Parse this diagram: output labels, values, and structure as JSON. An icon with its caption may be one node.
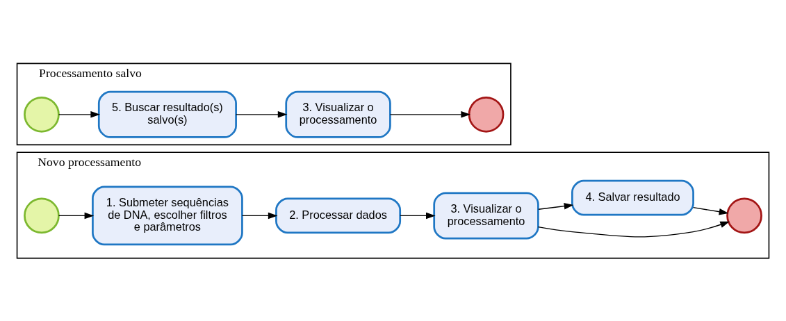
{
  "diagram": {
    "nodes": [
      {
        "text": [
          "Novo processamento"
        ]
      },
      {
        "text": [],
        "shape": "circle",
        "in": 0
      },
      {
        "text": [
          "1. Submeter sequências de DNA, escolher filtros e parâmetros"
        ],
        "in": 0
      },
      {
        "text": [
          "2. Processar dados"
        ],
        "in": 0
      },
      {
        "text": [
          "3. Visualizar o processamento"
        ],
        "in": 0
      },
      {
        "text": [],
        "shape": "circle",
        "in": 0
      },
      {
        "text": [
          "4. Salvar resultado"
        ],
        "in": 0
      },
      {
        "text": [
          "Processamento salvo"
        ]
      },
      {
        "text": [],
        "shape": "circle",
        "in": 7
      },
      {
        "text": [
          "5. Buscar resultado(s) salvo(s)"
        ],
        "in": 7
      },
      {
        "text": [
          "3. Visualizar o processamento"
        ],
        "in": 7
      },
      {
        "text": [],
        "shape": "circle",
        "in": 7
      }
    ],
    "edges": [
      {
        "from": 1,
        "to": 2,
        "arrow": "to"
      },
      {
        "from": 2,
        "to": 3,
        "arrow": "to"
      },
      {
        "from": 3,
        "to": 4,
        "arrow": "to"
      },
      {
        "from": 4,
        "to": 5,
        "arrow": "to"
      },
      {
        "from": 4,
        "to": 6,
        "arrow": "to"
      },
      {
        "from": 6,
        "to": 5,
        "arrow": "to"
      },
      {
        "from": 8,
        "to": 9,
        "arrow": "to"
      },
      {
        "from": 9,
        "to": 10,
        "arrow": "to"
      },
      {
        "from": 10,
        "to": 11,
        "arrow": "to"
      }
    ]
  }
}
